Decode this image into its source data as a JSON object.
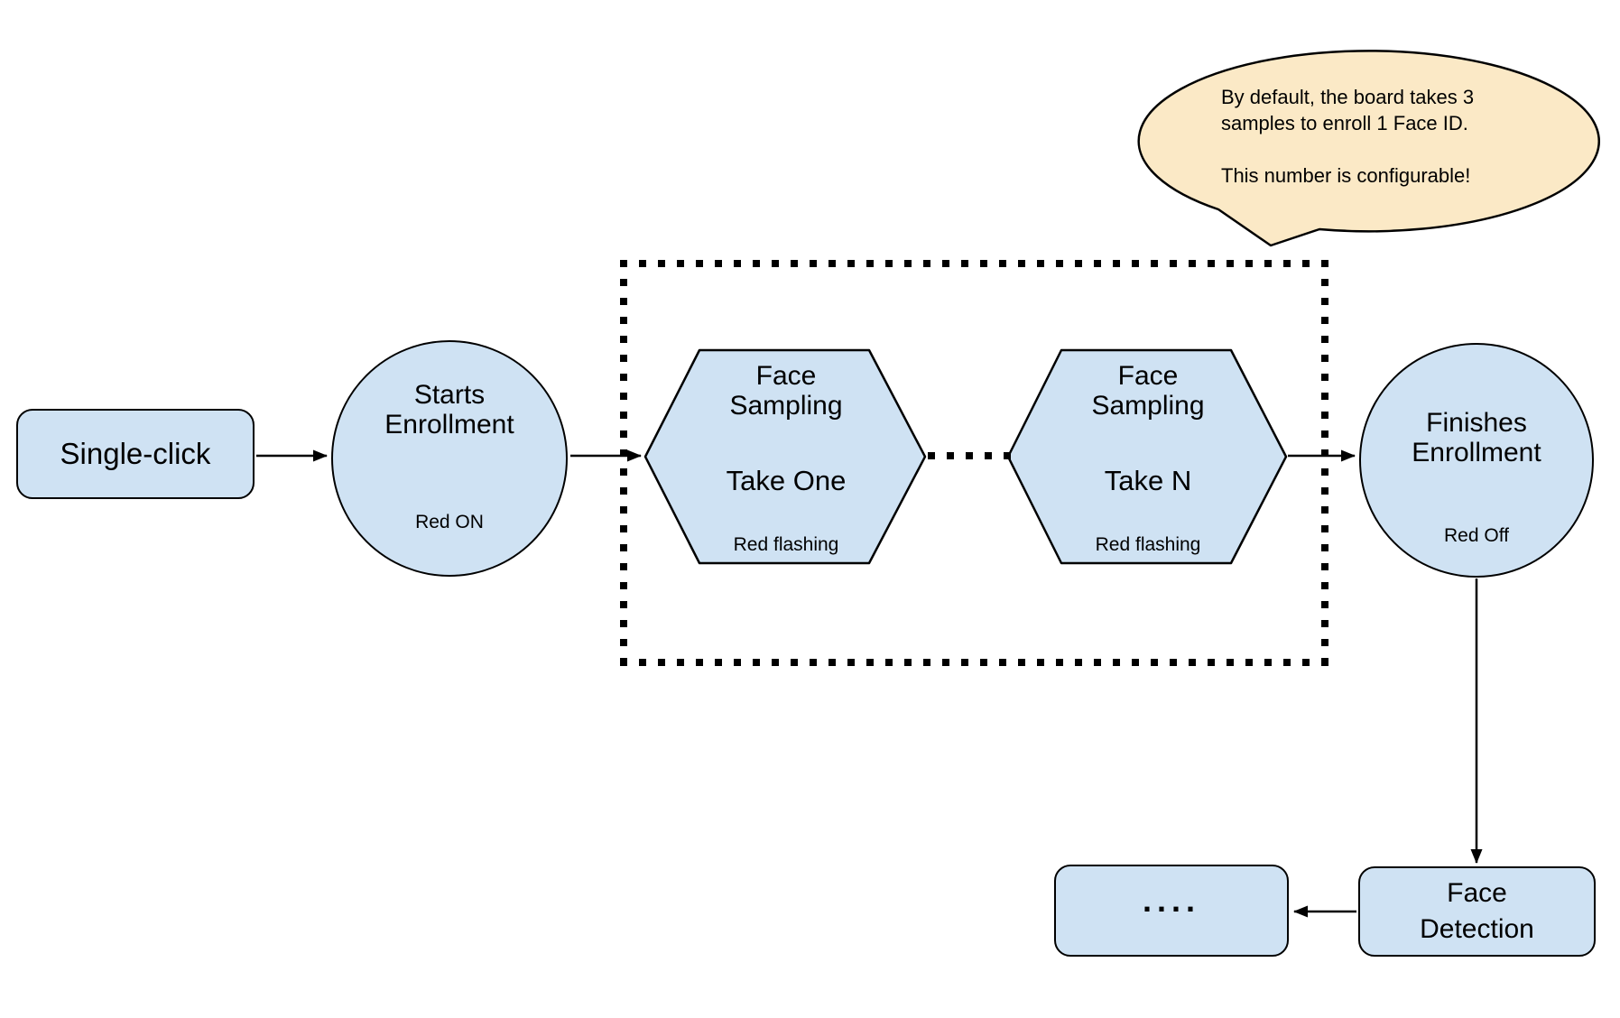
{
  "colors": {
    "background": "#ffffff",
    "node_fill": "#cfe2f3",
    "node_border": "#000000",
    "bubble_fill": "#fbe9c6",
    "text": "#000000"
  },
  "callout": {
    "line1": "By default, the board takes 3",
    "line2": "samples to enroll 1 Face ID.",
    "line3": "This number is configurable!"
  },
  "nodes": {
    "single_click": {
      "label": "Single-click"
    },
    "starts_enrollment": {
      "title_line1": "Starts",
      "title_line2": "Enrollment",
      "status": "Red ON"
    },
    "face_sampling_one": {
      "title_line1": "Face",
      "title_line2": "Sampling",
      "step": "Take One",
      "status": "Red flashing"
    },
    "face_sampling_n": {
      "title_line1": "Face",
      "title_line2": "Sampling",
      "step": "Take N",
      "status": "Red flashing"
    },
    "finishes_enrollment": {
      "title_line1": "Finishes",
      "title_line2": "Enrollment",
      "status": "Red Off"
    },
    "face_detection": {
      "title_line1": "Face",
      "title_line2": "Detection"
    },
    "continuation": {
      "label": "...."
    }
  }
}
